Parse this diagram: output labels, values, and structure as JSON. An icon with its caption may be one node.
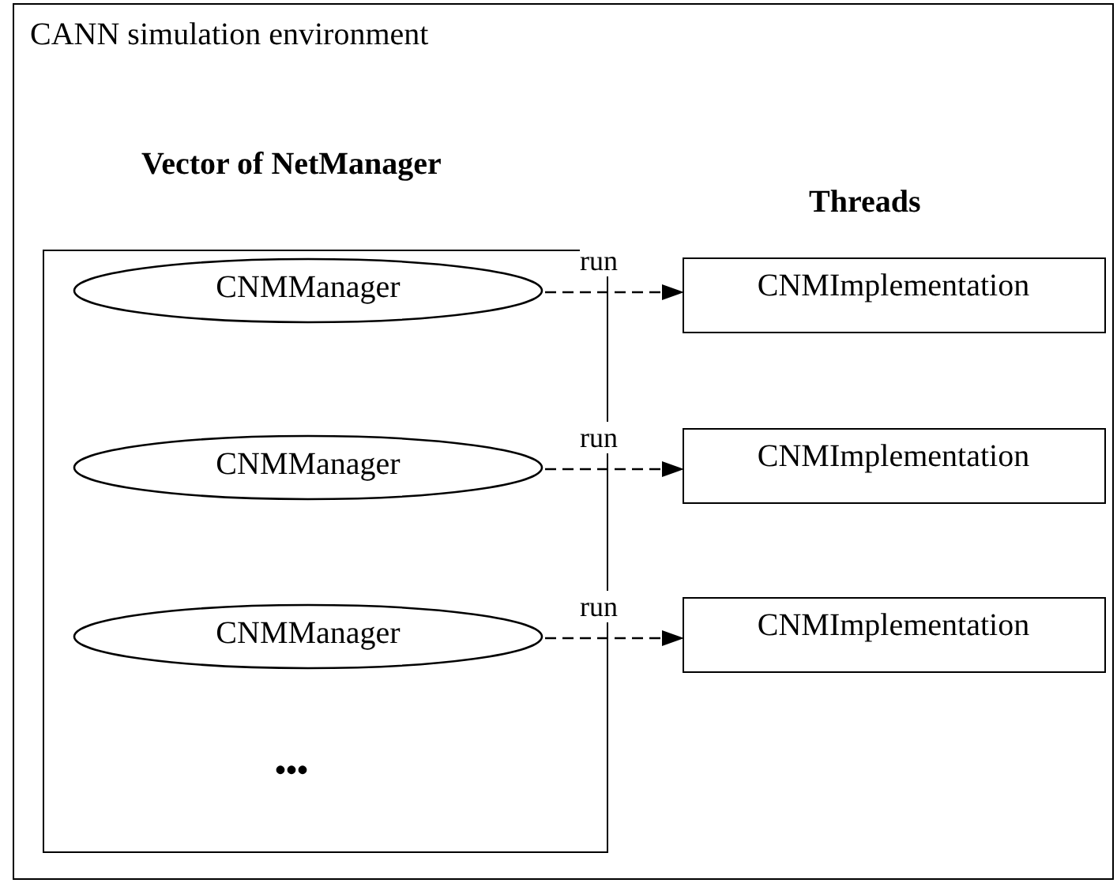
{
  "diagram": {
    "nodes": [
      {
        "text": [
          "CANN simulation environment"
        ]
      },
      {
        "text": [
          "Vector of NetManager"
        ],
        "in": 0
      },
      {
        "text": [
          "CNMManager"
        ],
        "in": 1
      },
      {
        "text": [
          "CNMManager"
        ],
        "in": 1
      },
      {
        "text": [
          "CNMManager"
        ],
        "in": 1
      },
      {
        "text": [
          "CNMImplementation"
        ],
        "in": 0
      },
      {
        "text": [
          "CNMImplementation"
        ],
        "in": 0
      },
      {
        "text": [
          "CNMImplementation"
        ],
        "in": 0
      }
    ],
    "edges": [
      {
        "from": 2,
        "to": 5,
        "arrow": "to",
        "label": "run",
        "style": "dashed"
      },
      {
        "from": 3,
        "to": 6,
        "arrow": "to",
        "label": "run",
        "style": "dashed"
      },
      {
        "from": 4,
        "to": 7,
        "arrow": "to",
        "label": "run",
        "style": "dashed"
      }
    ],
    "labels": [
      "Threads",
      "•••"
    ]
  }
}
